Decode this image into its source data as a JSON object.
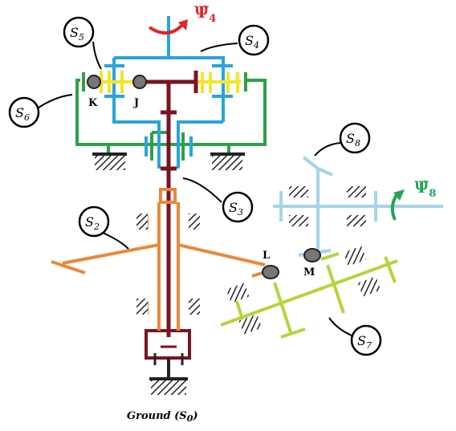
{
  "labels": {
    "s0_ground": "Ground (S",
    "s0_sub": "0",
    "s0_close": ")",
    "s2": "S",
    "s2_sub": "2",
    "s3": "S",
    "s3_sub": "3",
    "s4": "S",
    "s4_sub": "4",
    "s5": "S",
    "s5_sub": "5",
    "s6": "S",
    "s6_sub": "6",
    "s7": "S",
    "s7_sub": "7",
    "s8": "S",
    "s8_sub": "8"
  },
  "points": {
    "K": "K",
    "J": "J",
    "L": "L",
    "M": "M"
  },
  "velocities": {
    "psi4": "Ψ̇",
    "psi4_sub": "4",
    "psi8": "Ψ̇",
    "psi8_sub": "8"
  },
  "colors": {
    "s2": "#e8893a",
    "s3": "#7a1420",
    "s4": "#2aa3d9",
    "s5": "#f2e52a",
    "s6": "#2fa04a",
    "s7": "#b2d63a",
    "s8": "#a6d4e6",
    "psi4_color": "#e0242b",
    "psi8_color": "#22a455",
    "joint": "#777777",
    "ground": "#222222"
  }
}
